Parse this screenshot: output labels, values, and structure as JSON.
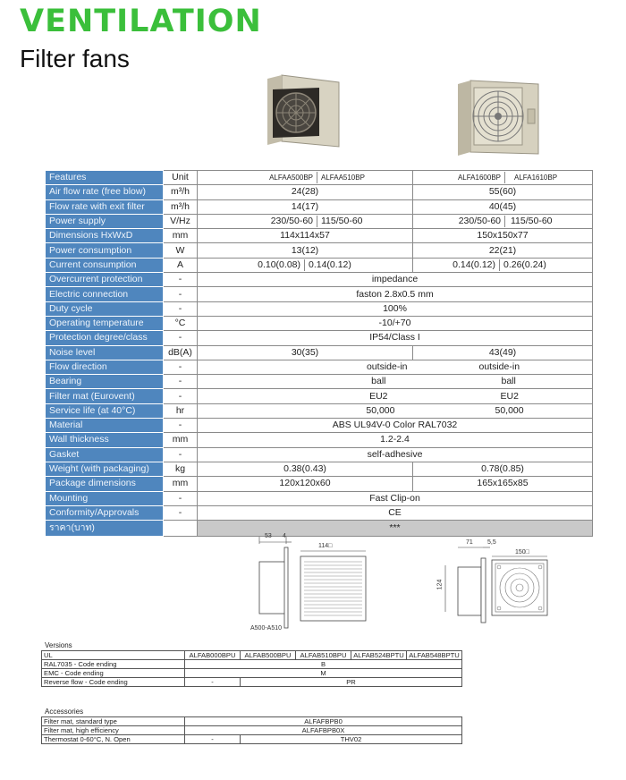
{
  "header": {
    "title": "VENTILATION",
    "subtitle": "Filter fans"
  },
  "spec": {
    "head": {
      "features": "Features",
      "unit": "Unit",
      "m1": "ALFAA500BP",
      "m2": "ALFAA510BP",
      "m3": "ALFA1600BP",
      "m4": "ALFA1610BP"
    },
    "rows": {
      "air_flow": {
        "label": "Air flow rate (free blow)",
        "unit": "m³/h",
        "a": "24(28)",
        "b": "55(60)"
      },
      "flow_exit": {
        "label": "Flow rate with exit filter",
        "unit": "m³/h",
        "a": "14(17)",
        "b": "40(45)"
      },
      "power_supply": {
        "label": "Power supply",
        "unit": "V/Hz",
        "a1": "230/50-60",
        "a2": "115/50-60",
        "b1": "230/50-60",
        "b2": "115/50-60"
      },
      "dimensions": {
        "label": "Dimensions HxWxD",
        "unit": "mm",
        "a": "114x114x57",
        "b": "150x150x77"
      },
      "power_cons": {
        "label": "Power consumption",
        "unit": "W",
        "a": "13(12)",
        "b": "22(21)"
      },
      "current": {
        "label": "Current consumption",
        "unit": "A",
        "a1": "0.10(0.08)",
        "a2": "0.14(0.12)",
        "b1": "0.14(0.12)",
        "b2": "0.26(0.24)"
      },
      "overcurrent": {
        "label": "Overcurrent protection",
        "unit": "-",
        "v": "impedance"
      },
      "electric": {
        "label": "Electric connection",
        "unit": "-",
        "v": "faston 2.8x0.5 mm"
      },
      "duty": {
        "label": "Duty cycle",
        "unit": "-",
        "v": "100%"
      },
      "op_temp": {
        "label": "Operating temperature",
        "unit": "°C",
        "v": "-10/+70"
      },
      "protection": {
        "label": "Protection degree/class",
        "unit": "-",
        "v": "IP54/Class I"
      },
      "noise": {
        "label": "Noise level",
        "unit": "dB(A)",
        "a": "30(35)",
        "b": "43(49)"
      },
      "flow_dir": {
        "label": "Flow direction",
        "unit": "-",
        "a": "outside-in",
        "b": "outside-in"
      },
      "bearing": {
        "label": "Bearing",
        "unit": "-",
        "a": "ball",
        "b": "ball"
      },
      "filter_mat": {
        "label": "Filter mat (Eurovent)",
        "unit": "-",
        "a": "EU2",
        "b": "EU2"
      },
      "service": {
        "label": "Service life (at 40°C)",
        "unit": "hr",
        "a": "50,000",
        "b": "50,000"
      },
      "material": {
        "label": "Material",
        "unit": "-",
        "v": "ABS UL94V-0 Color RAL7032"
      },
      "wall": {
        "label": "Wall thickness",
        "unit": "mm",
        "v": "1.2-2.4"
      },
      "gasket": {
        "label": "Gasket",
        "unit": "-",
        "v": "self-adhesive"
      },
      "weight": {
        "label": "Weight (with packaging)",
        "unit": "kg",
        "a": "0.38(0.43)",
        "b": "0.78(0.85)"
      },
      "package": {
        "label": "Package dimensions",
        "unit": "mm",
        "a": "120x120x60",
        "b": "165x165x85"
      },
      "mounting": {
        "label": "Mounting",
        "unit": "-",
        "v": "Fast Clip-on"
      },
      "conformity": {
        "label": "Conformity/Approvals",
        "unit": "-",
        "v": "CE"
      },
      "price": {
        "label": "ราคา(บาท)",
        "unit": "",
        "v": "***"
      }
    }
  },
  "drawing1": {
    "d53": "53",
    "d4": "4",
    "d114": "114□",
    "caption": "A500-A510"
  },
  "drawing2": {
    "d71": "71",
    "d55": "5,5",
    "d150": "150□",
    "d124": "124"
  },
  "versions": {
    "caption": "Versions",
    "ul": "UL",
    "ul_codes": [
      "ALFAB000BPU",
      "ALFAB500BPU",
      "ALFAB510BPU",
      "ALFAB524BPTU",
      "ALFAB548BPTU"
    ],
    "ral": "RAL7035 - Code ending",
    "ral_v": "B",
    "emc": "EMC - Code ending",
    "emc_v": "M",
    "rev": "Reverse flow - Code ending",
    "rev_dash": "-",
    "rev_v": "PR"
  },
  "accessories": {
    "caption": "Accessories",
    "std": "Filter mat, standard type",
    "std_v": "ALFAFBPB0",
    "high": "Filter mat, high efficiency",
    "high_v": "ALFAFBPB0X",
    "thermo": "Thermostat 0-60°C, N. Open",
    "thermo_dash": "-",
    "thermo_v": "THV02"
  }
}
